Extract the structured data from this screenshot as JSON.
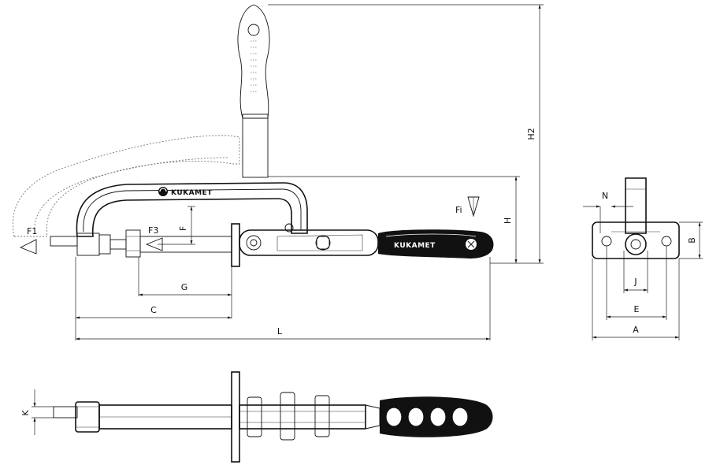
{
  "brand": {
    "logo_text": "KUKAMET",
    "handle_text": "KUKAMET"
  },
  "dimensions": {
    "L": "L",
    "C": "C",
    "G": "G",
    "F": "F",
    "H": "H",
    "H2": "H2",
    "N": "N",
    "B": "B",
    "J": "J",
    "E": "E",
    "A": "A",
    "K": "K"
  },
  "forces": {
    "F1": "F1",
    "F3": "F3",
    "Fi": "Fi"
  }
}
